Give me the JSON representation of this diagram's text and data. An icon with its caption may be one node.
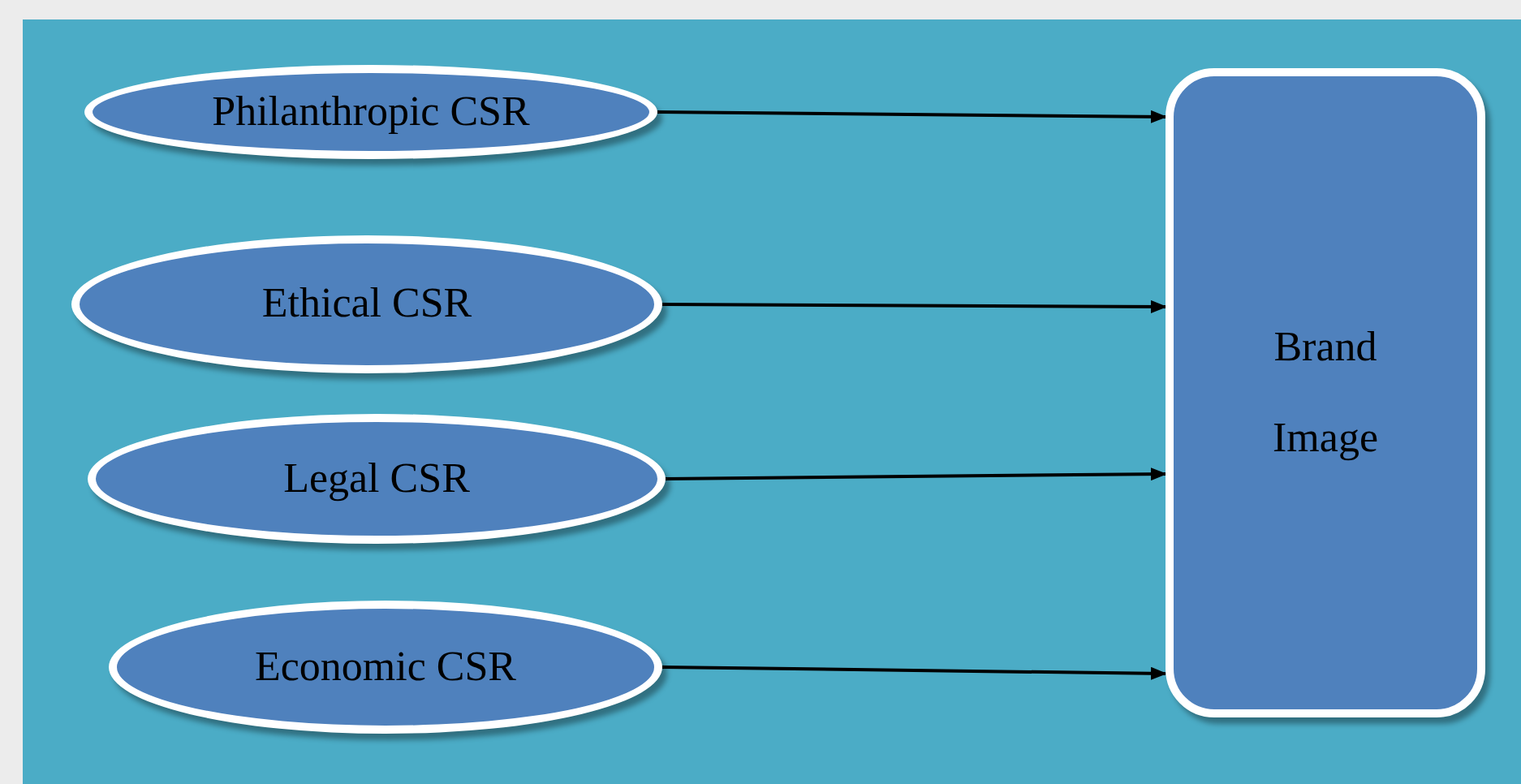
{
  "diagram": {
    "nodes": [
      {
        "text": [
          "Philanthropic CSR"
        ]
      },
      {
        "text": [
          "Ethical CSR"
        ]
      },
      {
        "text": [
          "Legal CSR"
        ]
      },
      {
        "text": [
          "Economic CSR"
        ]
      },
      {
        "text": [
          "Brand Image"
        ]
      }
    ],
    "edges": [
      {
        "from": 0,
        "to": 4,
        "arrow": "to"
      },
      {
        "from": 1,
        "to": 4,
        "arrow": "to"
      },
      {
        "from": 2,
        "to": 4,
        "arrow": "to"
      },
      {
        "from": 3,
        "to": 4,
        "arrow": "to"
      }
    ]
  }
}
